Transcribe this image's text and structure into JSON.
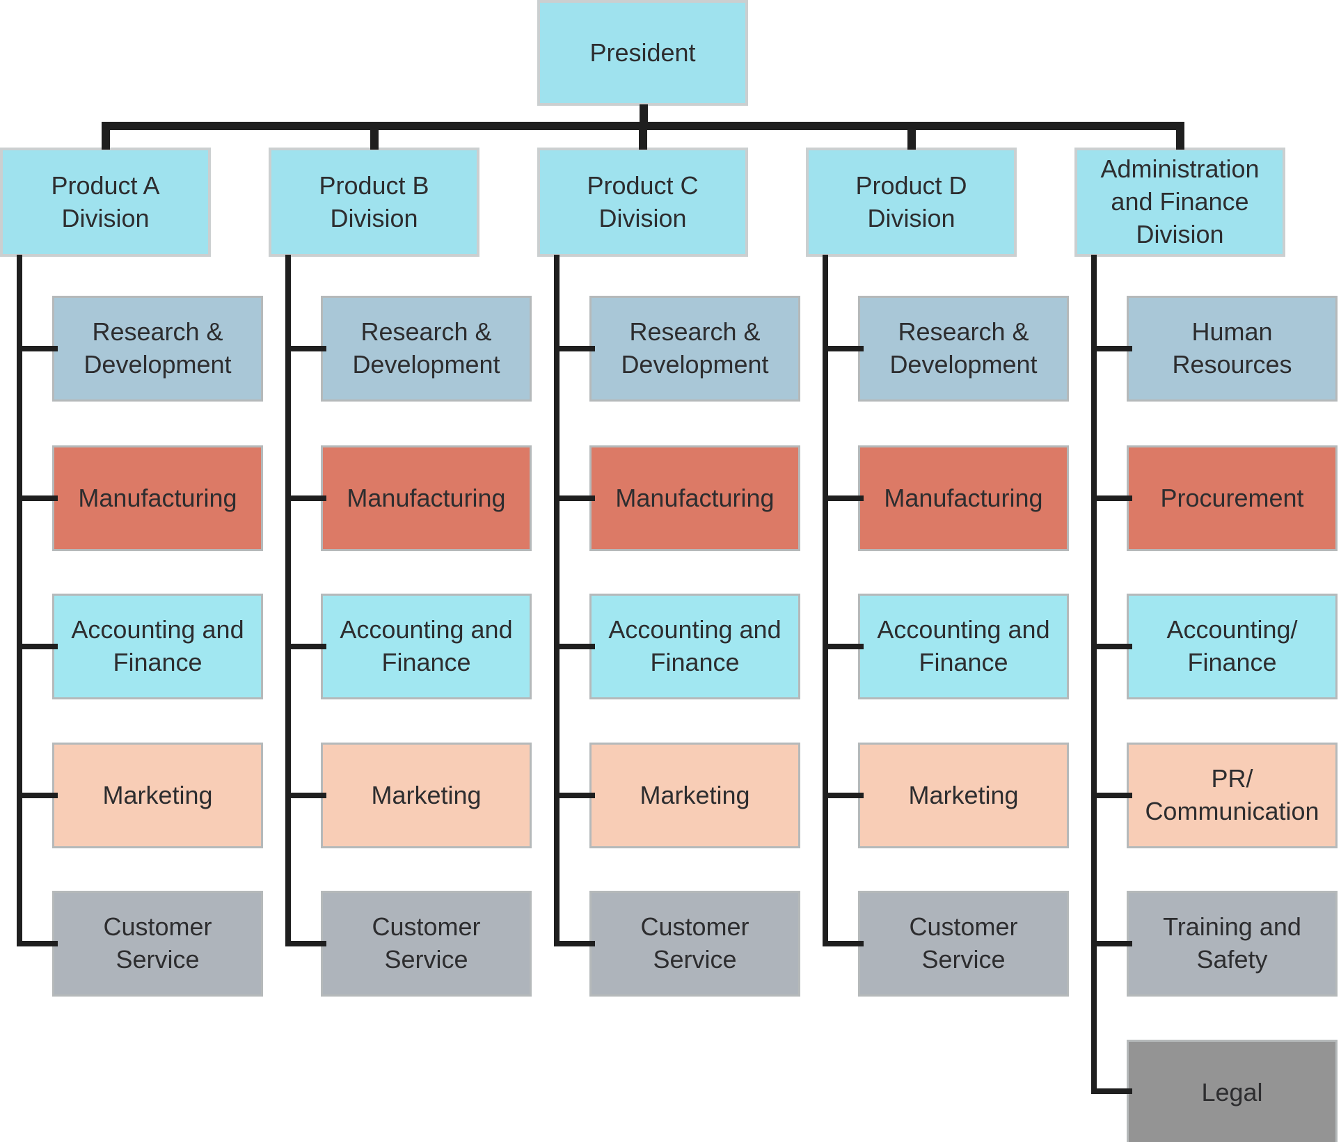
{
  "org": {
    "president": {
      "label": "President"
    },
    "divisions": [
      {
        "label": "Product A\nDivision",
        "departments": [
          {
            "label": "Research &\nDevelopment",
            "color_group": "blue"
          },
          {
            "label": "Manufacturing",
            "color_group": "salmon"
          },
          {
            "label": "Accounting and\nFinance",
            "color_group": "cyan"
          },
          {
            "label": "Marketing",
            "color_group": "peach"
          },
          {
            "label": "Customer Service",
            "color_group": "gray"
          }
        ]
      },
      {
        "label": "Product B\nDivision",
        "departments": [
          {
            "label": "Research &\nDevelopment",
            "color_group": "blue"
          },
          {
            "label": "Manufacturing",
            "color_group": "salmon"
          },
          {
            "label": "Accounting and\nFinance",
            "color_group": "cyan"
          },
          {
            "label": "Marketing",
            "color_group": "peach"
          },
          {
            "label": "Customer Service",
            "color_group": "gray"
          }
        ]
      },
      {
        "label": "Product C\nDivision",
        "departments": [
          {
            "label": "Research &\nDevelopment",
            "color_group": "blue"
          },
          {
            "label": "Manufacturing",
            "color_group": "salmon"
          },
          {
            "label": "Accounting and\nFinance",
            "color_group": "cyan"
          },
          {
            "label": "Marketing",
            "color_group": "peach"
          },
          {
            "label": "Customer Service",
            "color_group": "gray"
          }
        ]
      },
      {
        "label": "Product D\nDivision",
        "departments": [
          {
            "label": "Research &\nDevelopment",
            "color_group": "blue"
          },
          {
            "label": "Manufacturing",
            "color_group": "salmon"
          },
          {
            "label": "Accounting and\nFinance",
            "color_group": "cyan"
          },
          {
            "label": "Marketing",
            "color_group": "peach"
          },
          {
            "label": "Customer Service",
            "color_group": "gray"
          }
        ]
      },
      {
        "label": "Administration\nand Finance\nDivision",
        "departments": [
          {
            "label": "Human\nResources",
            "color_group": "blue"
          },
          {
            "label": "Procurement",
            "color_group": "salmon"
          },
          {
            "label": "Accounting/\nFinance",
            "color_group": "cyan"
          },
          {
            "label": "PR/\nCommunication",
            "color_group": "peach"
          },
          {
            "label": "Training and\nSafety",
            "color_group": "gray"
          },
          {
            "label": "Legal",
            "color_group": "dark_gray"
          }
        ]
      }
    ]
  },
  "colors": {
    "background": "#ffffff",
    "connector": "#1f1f1f",
    "text": "#2d2d2f",
    "division_fill": "#9fe2ee",
    "division_border": "#cbcfd0",
    "dept_border": "#b5b9ba",
    "dept_blue": "#a9c7d7",
    "dept_salmon": "#dc7a66",
    "dept_cyan": "#a1e7f1",
    "dept_peach": "#f8cdb6",
    "dept_gray": "#aeb4bb",
    "dept_dark_gray": "#949494"
  }
}
